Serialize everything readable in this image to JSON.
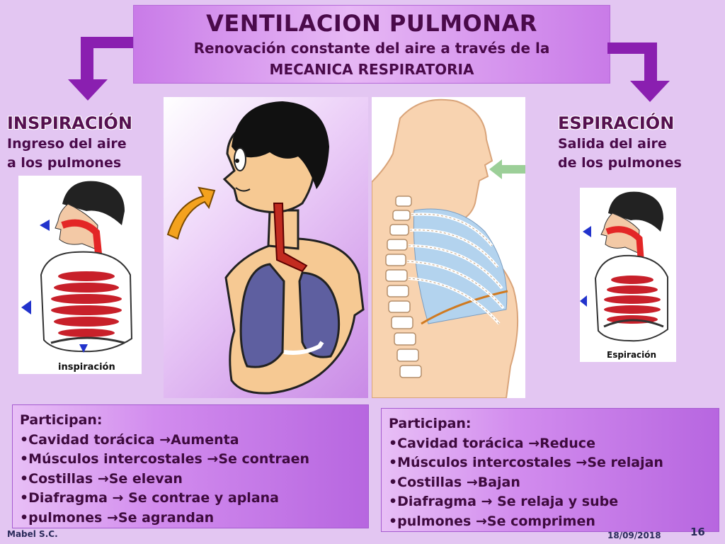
{
  "title": {
    "main": "VENTILACION PULMONAR",
    "sub_line1": "Renovación constante del aire a través de la",
    "sub_line2": "MECANICA RESPIRATORIA"
  },
  "inspiration": {
    "title": "INSPIRACIÓN",
    "desc_line1": "Ingreso del aire",
    "desc_line2": "a los pulmones",
    "figure_label": "inspiración",
    "participants": {
      "heading": "Participan:",
      "items": [
        "•Cavidad torácica →Aumenta",
        "•Músculos intercostales →Se contraen",
        "•Costillas →Se elevan",
        "•Diafragma → Se contrae y aplana",
        "•pulmones →Se agrandan"
      ]
    }
  },
  "expiration": {
    "title": "ESPIRACIÓN",
    "desc_line1": "Salida del aire",
    "desc_line2": "de  los pulmones",
    "figure_label": "Espiración",
    "participants": {
      "heading": "Participan:",
      "items": [
        "•Cavidad torácica →Reduce",
        "•Músculos intercostales →Se relajan",
        "•Costillas →Bajan",
        "•Diafragma → Se relaja  y sube",
        "•pulmones →Se comprimen"
      ]
    }
  },
  "footer": {
    "author": "Mabel S.C.",
    "date": "18/09/2018",
    "page": "16"
  },
  "colors": {
    "background": "#e3c6f2",
    "banner": "#c97be8",
    "arrow": "#8a1fb0",
    "text": "#4a0a4a"
  }
}
